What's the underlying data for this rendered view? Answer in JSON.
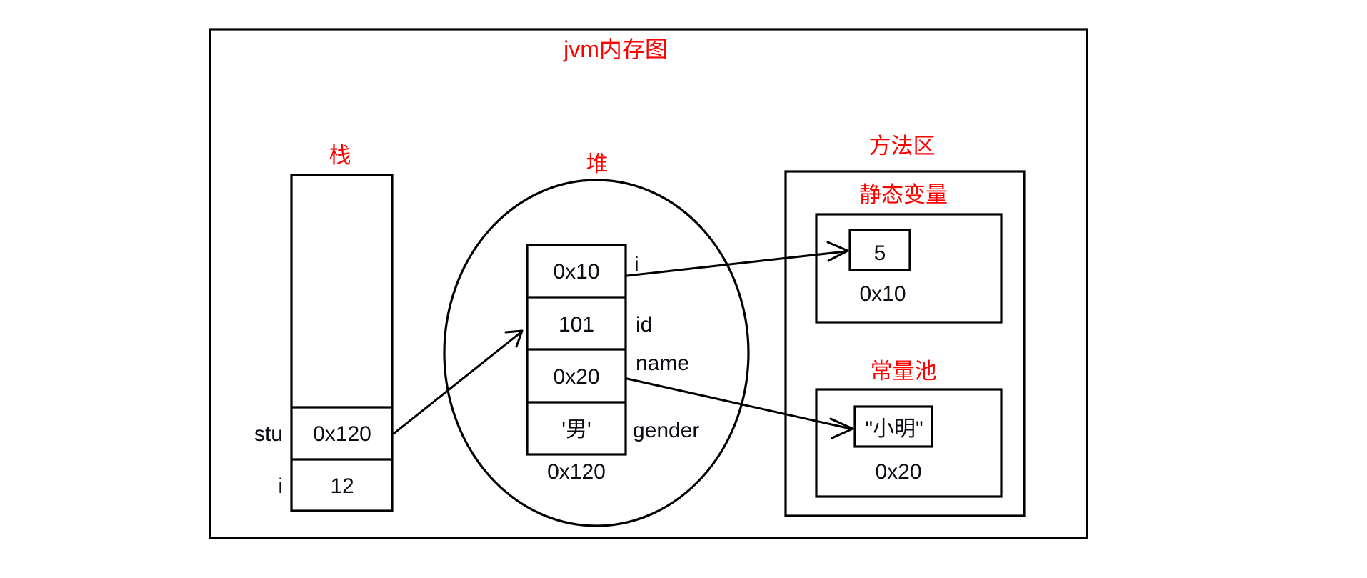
{
  "diagram": {
    "title": "jvm内存图",
    "title_color": "#ff0000",
    "outline_color": "#000000",
    "regions": {
      "stack": {
        "label": "栈",
        "slots": [
          {
            "name": "stu",
            "value": "0x120"
          },
          {
            "name": "i",
            "value": "12"
          }
        ]
      },
      "heap": {
        "label": "堆",
        "object_address": "0x120",
        "fields": [
          {
            "value": "0x10",
            "name": "i"
          },
          {
            "value": "101",
            "name": "id"
          },
          {
            "value": "0x20",
            "name": "name"
          },
          {
            "value": "'男'",
            "name": "gender"
          }
        ]
      },
      "method_area": {
        "label": "方法区",
        "static_variables": {
          "label": "静态变量",
          "value": "5",
          "address": "0x10"
        },
        "constant_pool": {
          "label": "常量池",
          "value": "\"小明\"",
          "address": "0x20"
        }
      }
    },
    "arrows": [
      {
        "from": "stack.stu",
        "to": "heap.object"
      },
      {
        "from": "heap.field.i",
        "to": "method_area.static_variables.value"
      },
      {
        "from": "heap.field.name",
        "to": "method_area.constant_pool.value"
      }
    ]
  }
}
